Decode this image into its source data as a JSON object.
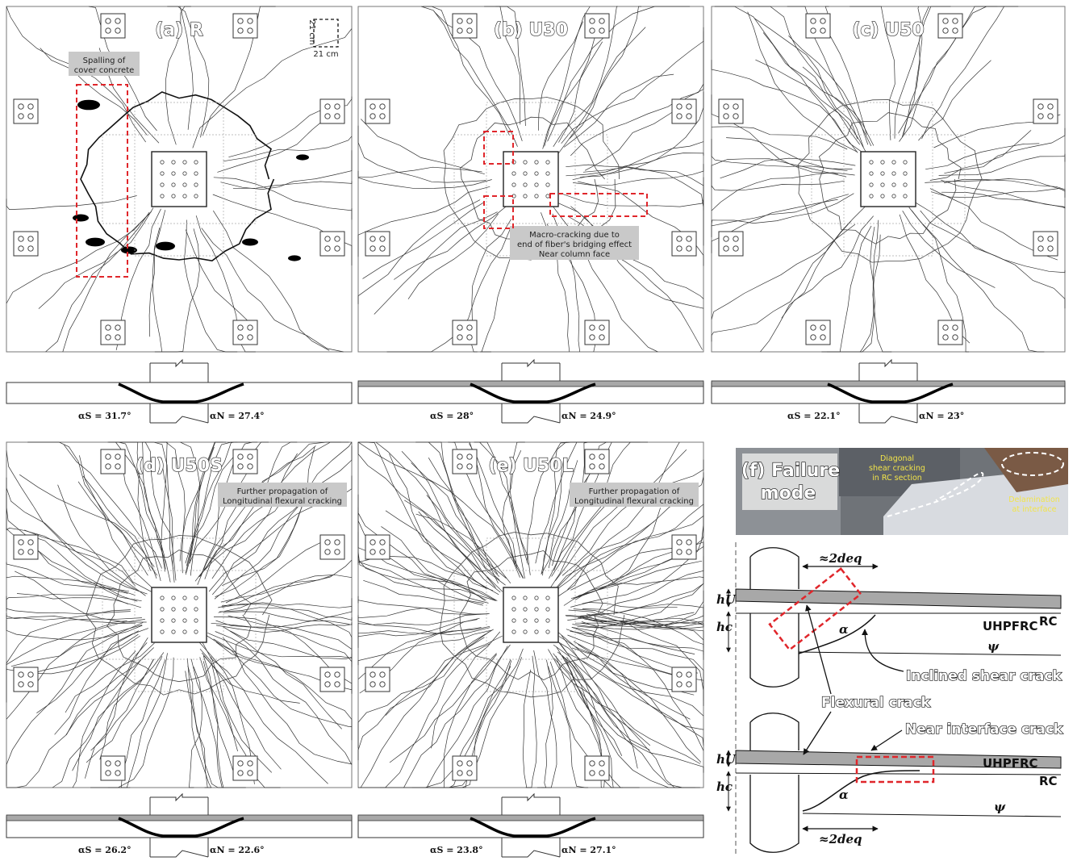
{
  "panels": [
    {
      "id": "a",
      "label": "(a) R",
      "note": [
        "Spalling of",
        "cover concrete"
      ],
      "alpha_s": "αS = 31.7°",
      "alpha_n": "αN = 27.4°",
      "density": 30,
      "top_layer": false
    },
    {
      "id": "b",
      "label": "(b) U30",
      "note": [
        "Macro-cracking due to",
        "end of fiber's bridging effect",
        "Near column face"
      ],
      "alpha_s": "αS = 28°",
      "alpha_n": "αN = 24.9°",
      "density": 45,
      "top_layer": true
    },
    {
      "id": "c",
      "label": "(c) U50",
      "note": [],
      "alpha_s": "αS = 22.1°",
      "alpha_n": "αN = 23°",
      "density": 55,
      "top_layer": true
    },
    {
      "id": "d",
      "label": "(d) U50S",
      "note": [
        "Further propagation of",
        "Longitudinal flexural cracking"
      ],
      "alpha_s": "αS = 26.2°",
      "alpha_n": "αN = 22.6°",
      "density": 110,
      "top_layer": true
    },
    {
      "id": "e",
      "label": "(e) U50L",
      "note": [
        "Further propagation of",
        "Longitudinal flexural cracking"
      ],
      "alpha_s": "αS = 23.8°",
      "alpha_n": "αN = 27.1°",
      "density": 130,
      "top_layer": true
    }
  ],
  "scale": {
    "v": "21 cm",
    "h": "21 cm"
  },
  "failure": {
    "title_line1": "(f) Failure",
    "title_line2": "mode",
    "photo_note1": [
      "Diagonal",
      "shear cracking",
      "in RC section"
    ],
    "photo_note2": [
      "Delamination",
      "at interface"
    ],
    "dim_label": "≈2deq",
    "hu": "hU",
    "hc": "hc",
    "uhpfrc": "UHPFRC",
    "rc": "RC",
    "psi": "ψ",
    "alpha": "α",
    "inclined": "Inclined shear crack",
    "flexural": "Flexural crack",
    "interface": "Near interface crack"
  },
  "colors": {
    "crack": "#333333",
    "spall": "#000000",
    "dashed": "#e0262b",
    "uhpfrc": "#a8a8a8",
    "note_bg": "#c9c9c9",
    "photo_text": "#f2e44a"
  }
}
